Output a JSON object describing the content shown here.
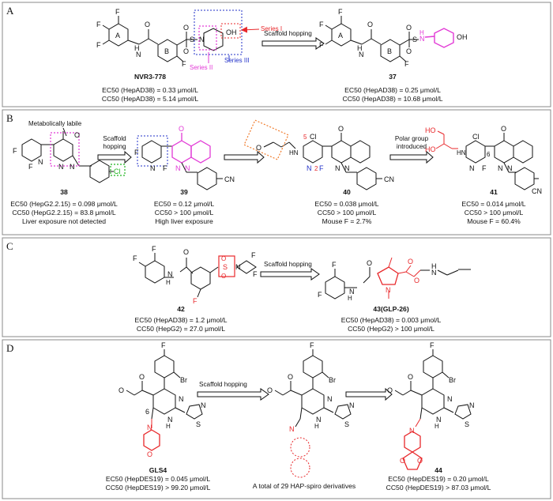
{
  "colors": {
    "red": "#e8282b",
    "magenta": "#e23ad6",
    "blue": "#2231c9",
    "orange": "#f07a2a",
    "green": "#1db31d",
    "black": "#111111",
    "frame": "#888888"
  },
  "panels": {
    "A": {
      "letter": "A",
      "series": [
        "Series I",
        "Series II",
        "Series III"
      ],
      "arrow": "Scaffold hopping",
      "atoms": {
        "ring_a": "A",
        "ring_b": "B",
        "oh": "OH"
      },
      "left": {
        "name": "NVR3-778",
        "ec": "EC50 (HepAD38) = 0.33 μmol/L",
        "cc": "CC50 (HepAD38) = 5.14 μmol/L"
      },
      "right": {
        "name": "37",
        "ec": "EC50 (HepAD38) = 0.25 μmol/L",
        "cc": "CC50 (HepAD38) = 10.68 μmol/L"
      }
    },
    "B": {
      "letter": "B",
      "label": "Metabolically labile",
      "arrow1": "Scaffold\nhopping",
      "arrow3": "Polar group\nintroduced",
      "atoms": {
        "cn": "CN",
        "cl": "Cl",
        "ho": "HO",
        "n5": "5",
        "n2": "2",
        "n6": "6"
      },
      "c38": {
        "name": "38",
        "l1": "EC50 (HepG2.2.15) = 0.098 μmol/L",
        "l2": "CC50 (HepG2.2.15) = 83.8 μmol/L",
        "l3": "Liver exposure not detected"
      },
      "c39": {
        "name": "39",
        "l1": "EC50 = 0.12 μmol/L",
        "l2": "CC50 > 100 μmol/L",
        "l3": "High liver exposure"
      },
      "c40": {
        "name": "40",
        "l1": "EC50 = 0.038 μmol/L",
        "l2": "CC50 > 100 μmol/L",
        "l3": "Mouse F = 2.7%"
      },
      "c41": {
        "name": "41",
        "l1": "EC50 = 0.014 μmol/L",
        "l2": "CC50 > 100 μmol/L",
        "l3": "Mouse F = 60.4%"
      }
    },
    "C": {
      "letter": "C",
      "arrow": "Scaffold hopping",
      "left": {
        "name": "42",
        "ec": "EC50 (HepAD38) = 1.2 μmol/L",
        "cc": "CC50 (HepG2) = 27.0 μmol/L"
      },
      "right": {
        "name": "43(GLP-26)",
        "ec": "EC50 (HepAD38) = 0.003 μmol/L",
        "cc": "CC50 (HepG2) > 100 μmol/L"
      }
    },
    "D": {
      "letter": "D",
      "arrow": "Scaffold hopping",
      "atoms": {
        "br": "Br",
        "n6": "6"
      },
      "left": {
        "name": "GLS4",
        "ec": "EC50 (HepDES19) = 0.045 μmol/L",
        "cc": "CC50 (HepDES19) > 99.20 μmol/L"
      },
      "middle": "A total of 29 HAP-spiro derivatives",
      "right": {
        "name": "44",
        "ec": "EC50 (HepDES19) = 0.20 μmol/L",
        "cc": "CC50 (HepDES19) > 87.03 μmol/L"
      }
    }
  }
}
